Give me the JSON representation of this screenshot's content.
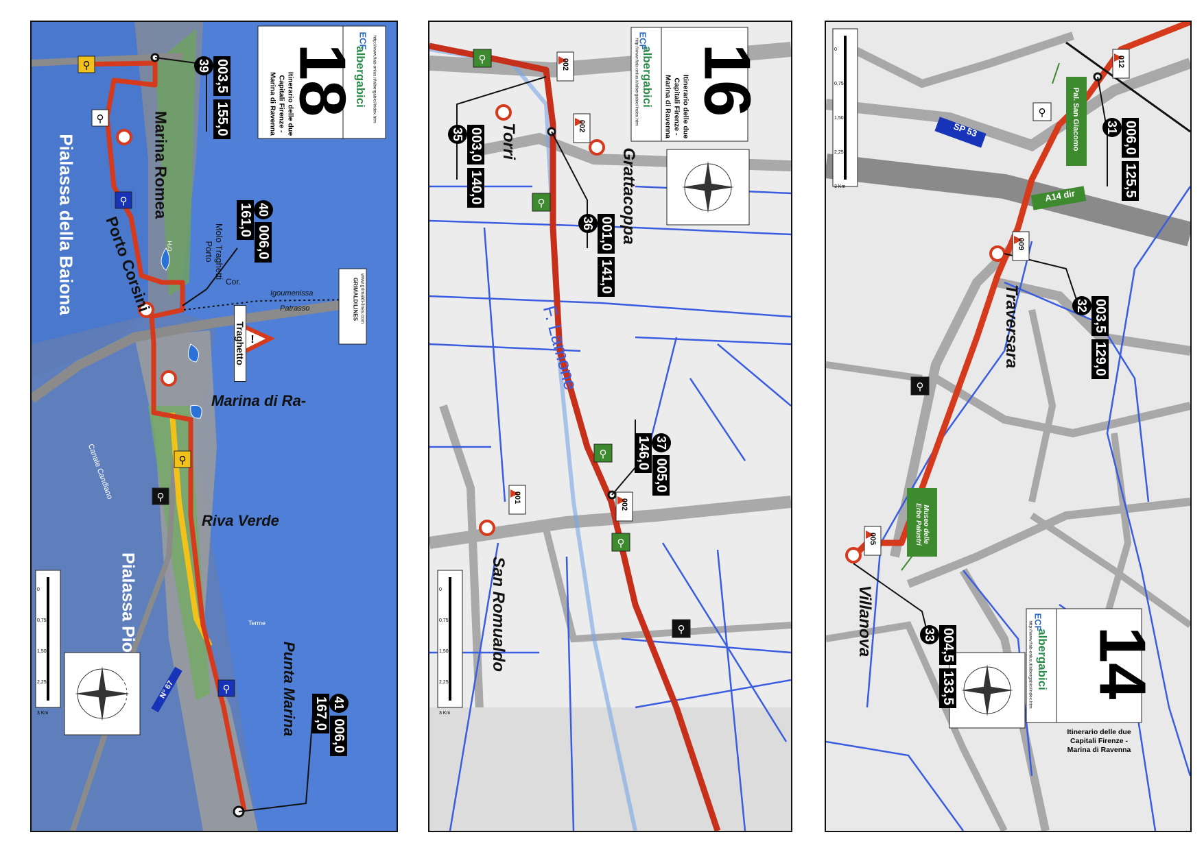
{
  "panels": [
    {
      "id": "map-18",
      "sheet_number": "18",
      "title_line1": "Itinerario delle due",
      "title_line2": "Capitali Firenze -",
      "title_line3": "Marina di Ravenna",
      "brand": "albergabici",
      "ecf": "ECF",
      "url": "http://www.fiab-onlus.it/albergabici/index.htm",
      "places": [
        "Pialassa della Baiona",
        "Marina Romea",
        "Porto Corsini",
        "Marina di Ra-",
        "Riva Verde",
        "Pialassa Piomboni",
        "Punta Marina",
        "Canale Candiano",
        "Traghetto",
        "Molo Traghetti",
        "Porto",
        "Cor.",
        "Igoumenissa",
        "Patrasso",
        "Terme",
        "N° 67"
      ],
      "ferry_brand": "GRIMALDILINES",
      "ferry_url": "www.grimaldi-lines.com",
      "waypoints": [
        {
          "num": "39",
          "partial": "003,5",
          "total": "155,0"
        },
        {
          "num": "40",
          "partial": "006,0",
          "total": "161,0"
        },
        {
          "num": "41",
          "partial": "006,0",
          "total": "167,0"
        }
      ],
      "water_label": "H₂O",
      "scale_ticks": [
        "0",
        "0,75",
        "1,50",
        "2,25",
        "3 Km"
      ]
    },
    {
      "id": "map-16",
      "sheet_number": "16",
      "title_line1": "Itinerario delle due",
      "title_line2": "Capitali Firenze -",
      "title_line3": "Marina di Ravenna",
      "brand": "albergabici",
      "ecf": "ECF",
      "url": "http://www.fiab-onlus.it/albergabici/index.htm",
      "places": [
        "Torri",
        "Grattacoppa",
        "F. Lamone",
        "San Romualdo"
      ],
      "waypoints": [
        {
          "num": "35",
          "partial": "003,0",
          "total": "140,0"
        },
        {
          "num": "36",
          "partial": "001,0",
          "total": "141,0"
        },
        {
          "num": "37",
          "partial": "005,0",
          "total": "146,0"
        }
      ],
      "turns": [
        "002",
        "002",
        "002",
        "001"
      ],
      "scale_ticks": [
        "0",
        "0,75",
        "1,50",
        "2,25",
        "3 Km"
      ]
    },
    {
      "id": "map-14",
      "sheet_number": "14",
      "title_line1": "Itinerario delle due",
      "title_line2": "Capitali Firenze -",
      "title_line3": "Marina di Ravenna",
      "brand": "albergabici",
      "ecf": "ECF",
      "url": "http://www.fiab-onlus.it/albergabici/index.htm",
      "places": [
        "Traversara",
        "Villanova"
      ],
      "roads": [
        "SP 53",
        "A14 dir"
      ],
      "pois": [
        "Pal. San Giacomo",
        "Museo delle",
        "Erbe Palustri"
      ],
      "waypoints": [
        {
          "num": "31",
          "partial": "006,0",
          "total": "125,5"
        },
        {
          "num": "32",
          "partial": "003,5",
          "total": "129,0"
        },
        {
          "num": "33",
          "partial": "004,5",
          "total": "133,5"
        }
      ],
      "turns": [
        "012",
        "009",
        "005"
      ],
      "scale_ticks": [
        "0",
        "0,75",
        "1,50",
        "2,25",
        "3 Km"
      ]
    }
  ],
  "colors": {
    "route": "#d63a1c",
    "sea": "#4f7fd6",
    "canal": "#3a5de0",
    "road": "#9a9a9a",
    "greenery": "#7faa6a",
    "alt_route": "#f2c21b"
  }
}
